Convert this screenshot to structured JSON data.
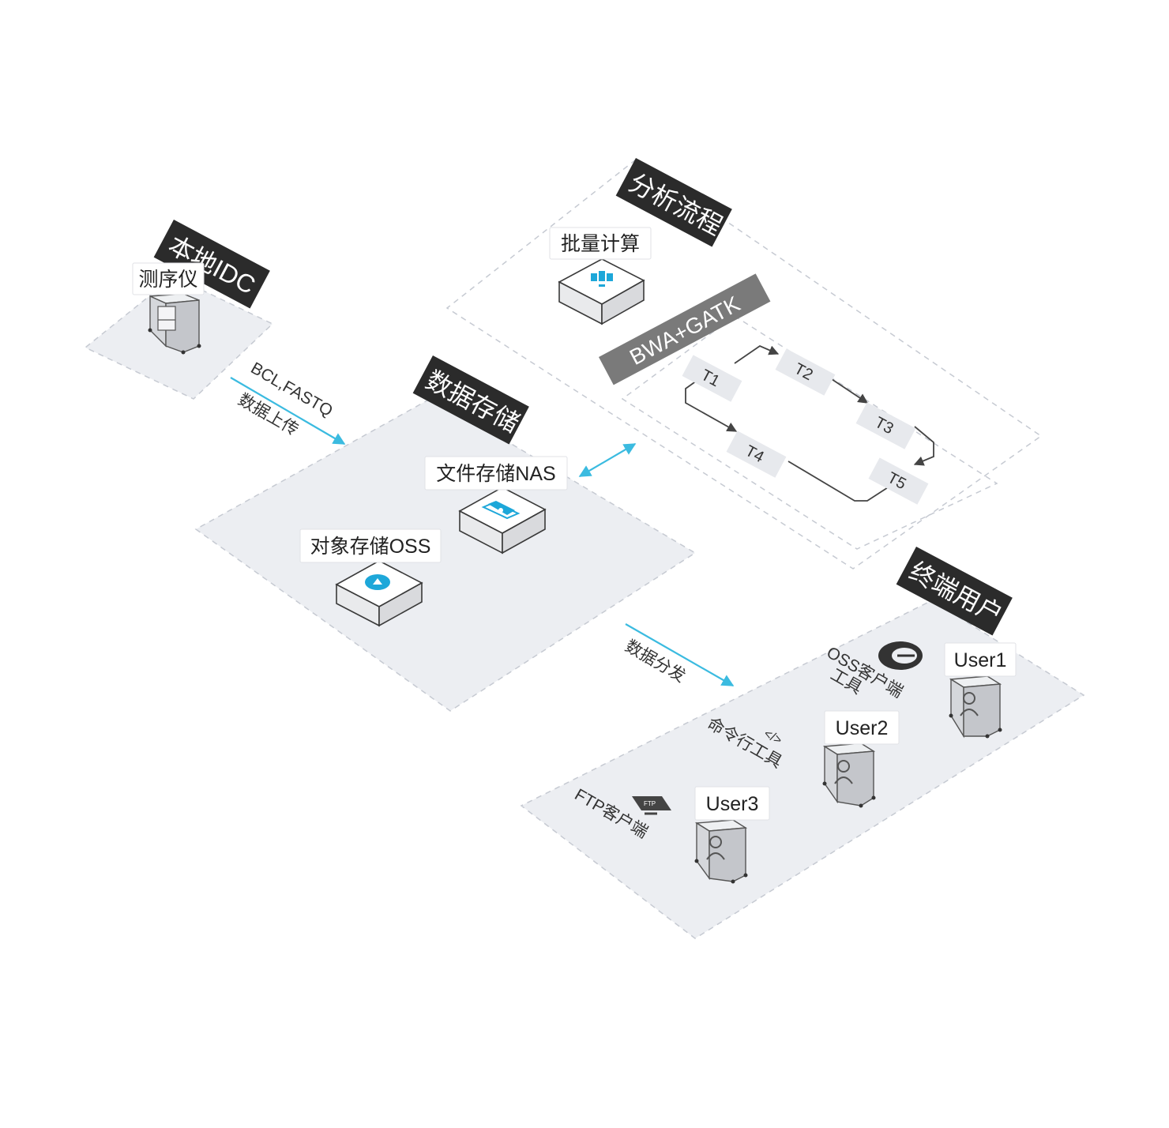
{
  "colors": {
    "platform": "#eceef2",
    "tag": "#2b2b2b",
    "task_tag": "#7a7a7a",
    "accent_arrow": "#3bbbe0",
    "icon_blue": "#1da7d9"
  },
  "zones": {
    "local_idc": "本地IDC",
    "analysis": "分析流程",
    "storage": "数据存储",
    "end_users": "终端用户"
  },
  "nodes": {
    "sequencer": "测序仪",
    "batch_compute": "批量计算",
    "nas": "文件存储NAS",
    "oss": "对象存储OSS"
  },
  "pipeline": {
    "name": "BWA+GATK",
    "tasks": [
      "T1",
      "T2",
      "T3",
      "T4",
      "T5"
    ]
  },
  "arrows": {
    "upload_top": "BCL,FASTQ",
    "upload_bottom": "数据上传",
    "distribute": "数据分发"
  },
  "tools": {
    "oss_client_line1": "OSS客户端",
    "oss_client_line2": "工具",
    "cli": "命令行工具",
    "ftp": "FTP客户端",
    "ftp_badge": "FTP"
  },
  "users": [
    "User1",
    "User2",
    "User3"
  ],
  "icons": {
    "sequencer": "sequencer-icon",
    "batch": "batch-compute-icon",
    "nas": "nas-folder-icon",
    "oss": "oss-bucket-icon",
    "oss_client": "oss-client-logo-icon",
    "cli": "code-icon",
    "ftp": "ftp-monitor-icon",
    "user": "user-icon"
  }
}
